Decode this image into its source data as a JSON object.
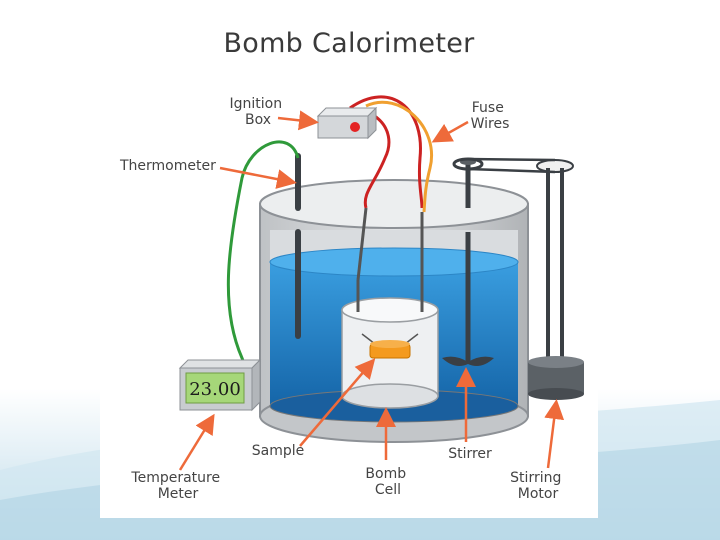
{
  "title": "Bomb Calorimeter",
  "meter_reading": "23.00",
  "labels": {
    "ignition_box": [
      "Ignition",
      "Box"
    ],
    "fuse_wires": [
      "Fuse",
      "Wires"
    ],
    "thermometer": [
      "Thermometer"
    ],
    "temperature_meter": [
      "Temperature",
      "Meter"
    ],
    "sample": [
      "Sample"
    ],
    "bomb_cell": [
      "Bomb",
      "Cell"
    ],
    "stirrer": [
      "Stirrer"
    ],
    "stirring_motor": [
      "Stirring",
      "Motor"
    ]
  },
  "colors": {
    "arrow": "#ee6a3a",
    "water": "#1f7fc4",
    "red_wire": "#cc2222",
    "orange_wire": "#f0a030",
    "green_wire": "#2f9a3a"
  }
}
